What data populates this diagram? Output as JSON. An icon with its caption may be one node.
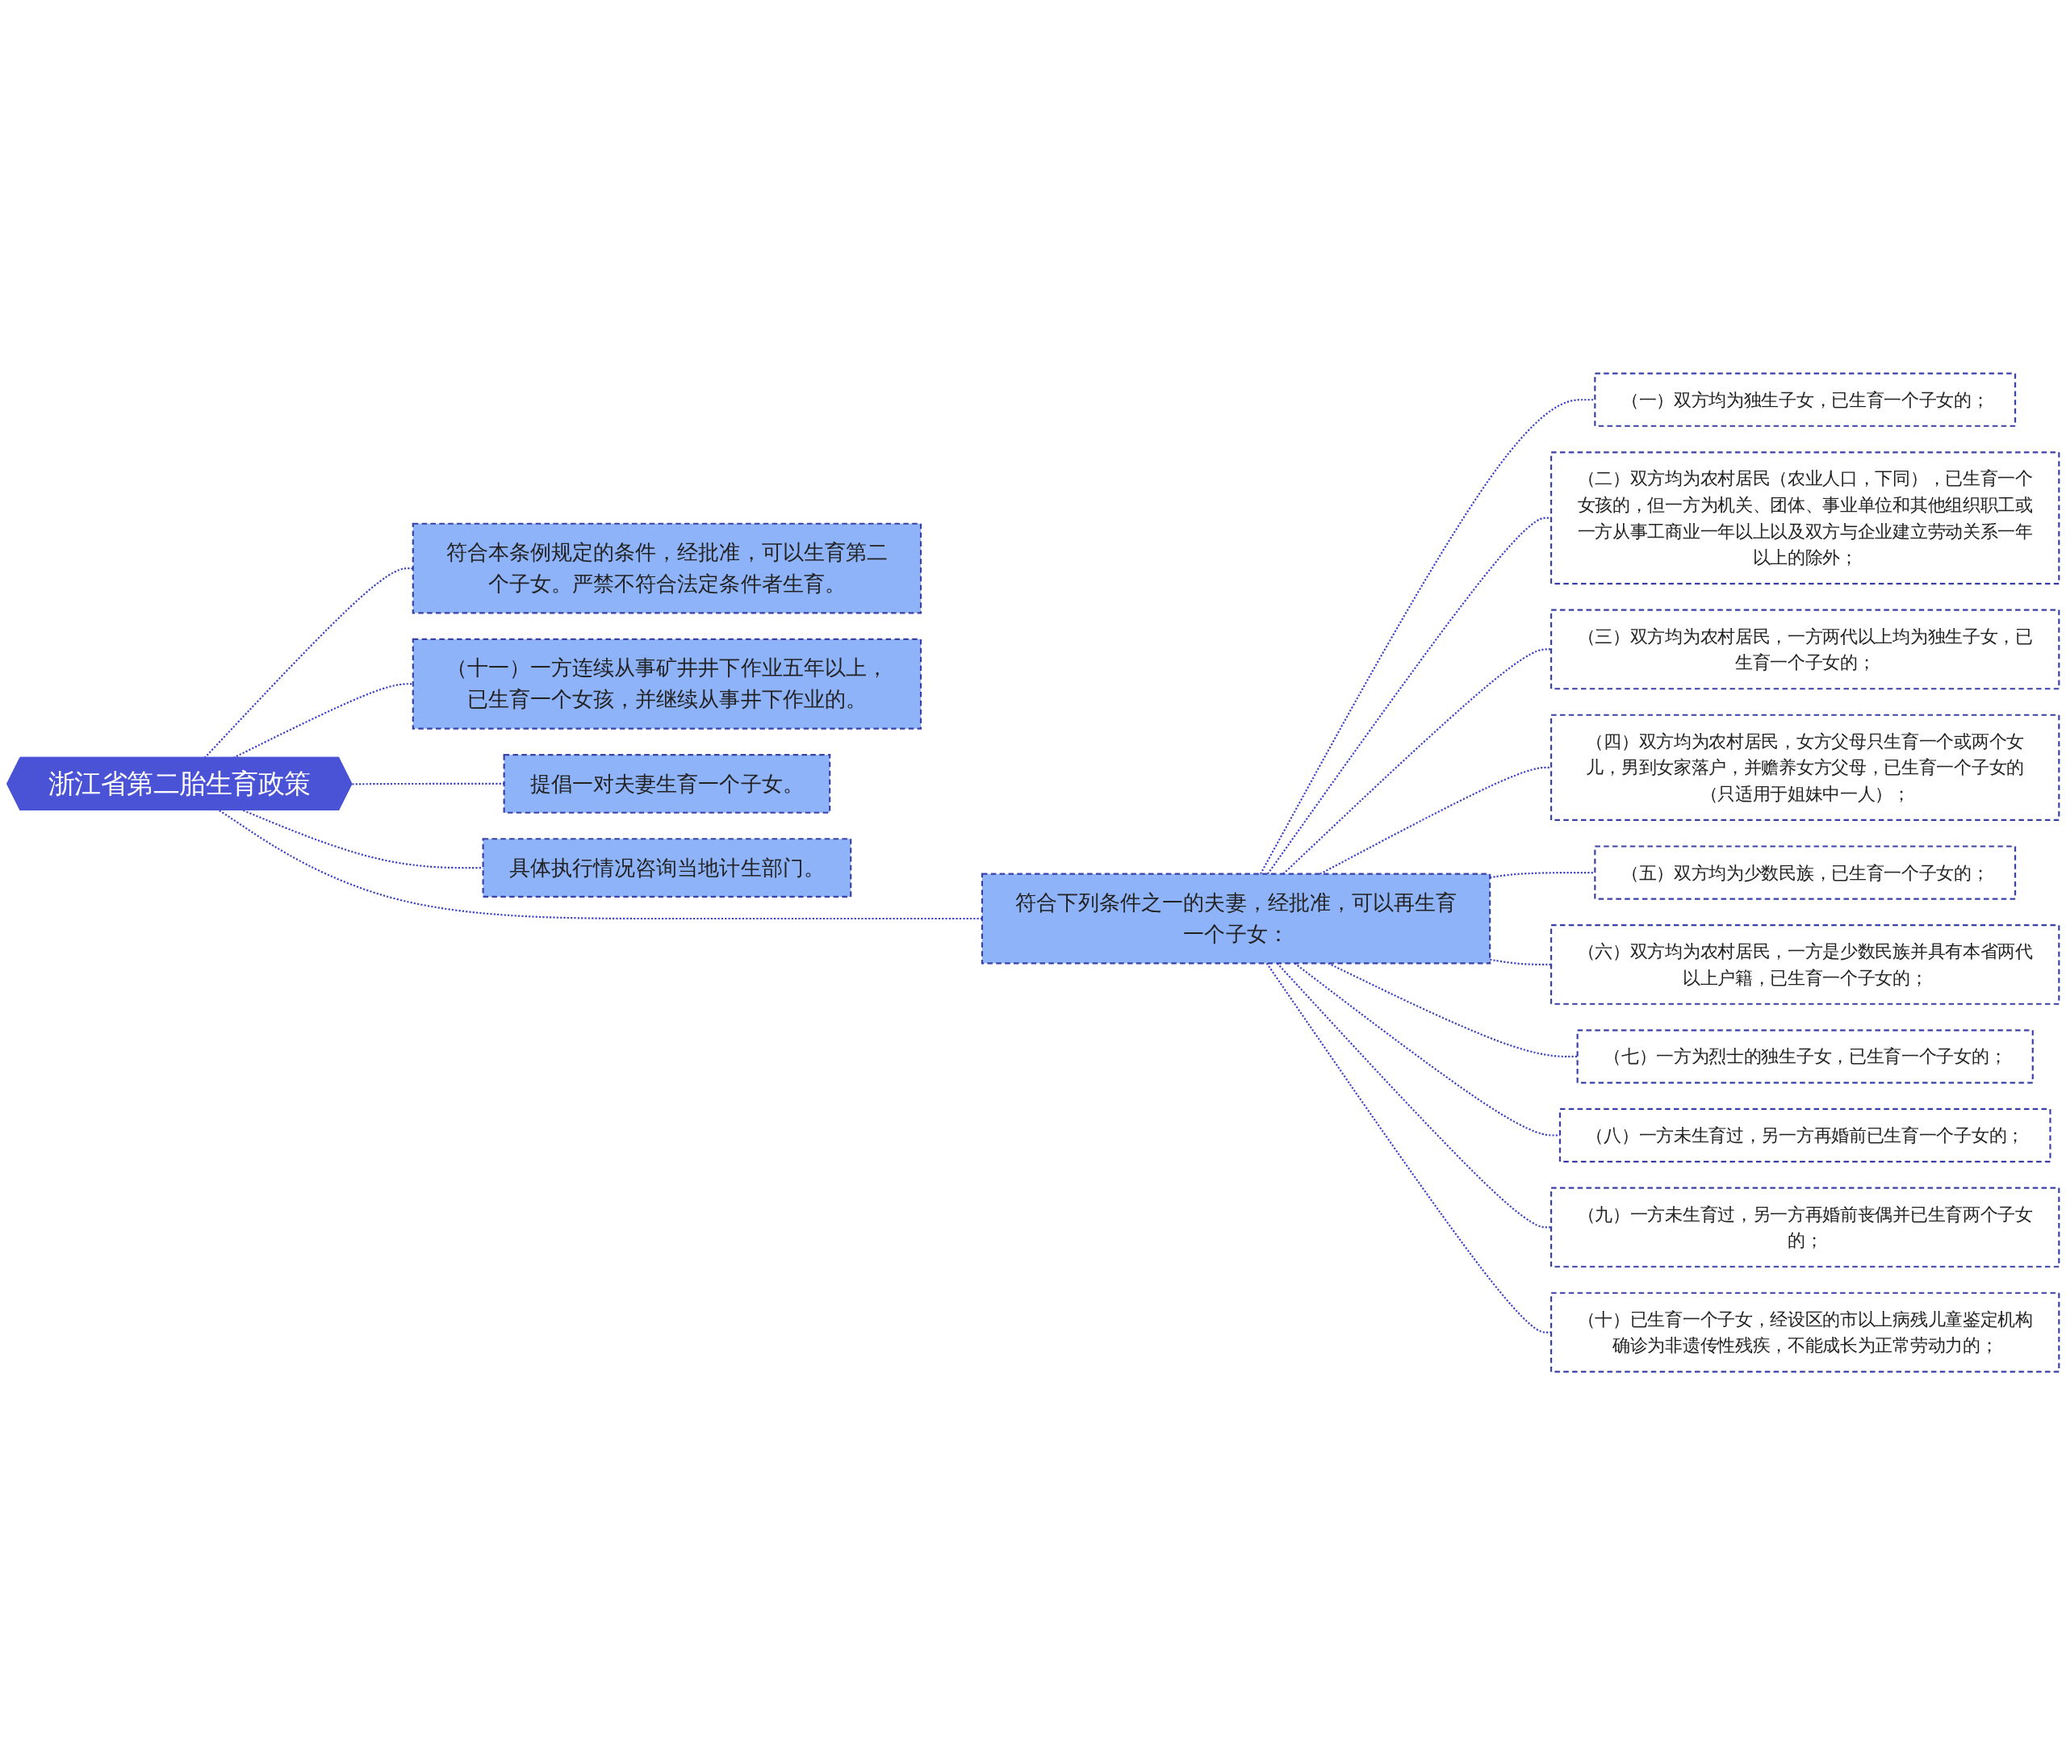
{
  "diagram": {
    "nodes": [
      {
        "text": [
          "浙江省第二胎生育政策"
        ]
      },
      {
        "text": [
          "符合本条例规定的条件，经批准，可以生育第二个子女。严禁不符合法定条件者生育。"
        ]
      },
      {
        "text": [
          "（十一）一方连续从事矿井井下作业五年以上，已生育一个女孩，并继续从事井下作业的。"
        ]
      },
      {
        "text": [
          "提倡一对夫妻生育一个子女。"
        ]
      },
      {
        "text": [
          "符合下列条件之一的夫妻，经批准，可以再生育一个子女："
        ]
      },
      {
        "text": [
          "（一）双方均为独生子女，已生育一个子女的；"
        ]
      },
      {
        "text": [
          "（二）双方均为农村居民（农业人口，下同），已生育一个女孩的，但一方为机关、团体、事业单位和其他组织职工或一方从事工商业一年以上以及双方与企业建立劳动关系一年以上的除外；"
        ]
      },
      {
        "text": [
          "（三）双方均为农村居民，一方两代以上均为独生子女，已生育一个子女的；"
        ]
      },
      {
        "text": [
          "（四）双方均为农村居民，女方父母只生育一个或两个女儿，男到女家落户，并赡养女方父母，已生育一个子女的（只适用于姐妹中一人）；"
        ]
      },
      {
        "text": [
          "（五）双方均为少数民族，已生育一个子女的；"
        ]
      },
      {
        "text": [
          "（六）双方均为农村居民，一方是少数民族并具有本省两代以上户籍，已生育一个子女的；"
        ]
      },
      {
        "text": [
          "（七）一方为烈士的独生子女，已生育一个子女的；"
        ]
      },
      {
        "text": [
          "（八）一方未生育过，另一方再婚前已生育一个子女的；"
        ]
      },
      {
        "text": [
          "（九）一方未生育过，另一方再婚前丧偶并已生育两个子女的；"
        ]
      },
      {
        "text": [
          "（十）已生育一个子女，经设区的市以上病残儿童鉴定机构确诊为非遗传性残疾，不能成长为正常劳动力的；"
        ]
      },
      {
        "text": [
          "具体执行情况咨询当地计生部门。"
        ]
      }
    ],
    "edges": [
      {
        "from": 0,
        "to": 1,
        "arrow": "none",
        "style": "dashed"
      },
      {
        "from": 0,
        "to": 2,
        "arrow": "none",
        "style": "dashed"
      },
      {
        "from": 0,
        "to": 3,
        "arrow": "none",
        "style": "dashed"
      },
      {
        "from": 0,
        "to": 4,
        "arrow": "none",
        "style": "dashed"
      },
      {
        "from": 4,
        "to": 5,
        "arrow": "none",
        "style": "dashed"
      },
      {
        "from": 4,
        "to": 6,
        "arrow": "none",
        "style": "dashed"
      },
      {
        "from": 4,
        "to": 7,
        "arrow": "none",
        "style": "dashed"
      },
      {
        "from": 4,
        "to": 8,
        "arrow": "none",
        "style": "dashed"
      },
      {
        "from": 4,
        "to": 9,
        "arrow": "none",
        "style": "dashed"
      },
      {
        "from": 4,
        "to": 10,
        "arrow": "none",
        "style": "dashed"
      },
      {
        "from": 4,
        "to": 11,
        "arrow": "none",
        "style": "dashed"
      },
      {
        "from": 4,
        "to": 12,
        "arrow": "none",
        "style": "dashed"
      },
      {
        "from": 4,
        "to": 13,
        "arrow": "none",
        "style": "dashed"
      },
      {
        "from": 4,
        "to": 14,
        "arrow": "none",
        "style": "dashed"
      },
      {
        "from": 0,
        "to": 15,
        "arrow": "none",
        "style": "dashed"
      }
    ]
  }
}
